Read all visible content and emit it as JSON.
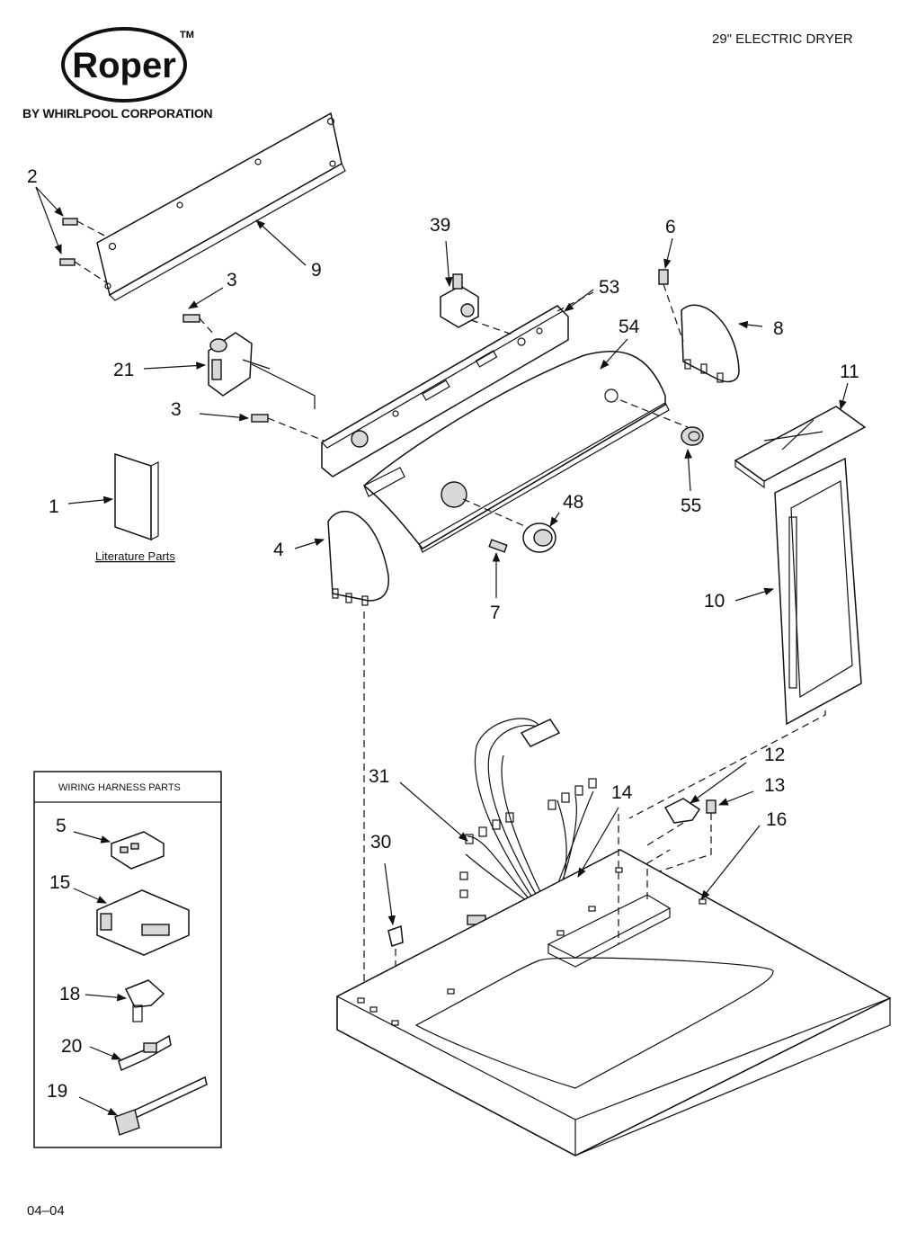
{
  "header": {
    "brand": "Roper",
    "trademark": "TM",
    "corporation": "BY WHIRLPOOL CORPORATION",
    "title": "29\" ELECTRIC DRYER"
  },
  "footer": {
    "code": "04–04"
  },
  "literature_label": "Literature Parts",
  "wiring_box": {
    "title": "WIRING HARNESS PARTS"
  },
  "callouts": {
    "c1": "1",
    "c2": "2",
    "c3a": "3",
    "c3b": "3",
    "c4": "4",
    "c5": "5",
    "c6": "6",
    "c7": "7",
    "c8": "8",
    "c9": "9",
    "c10": "10",
    "c11": "11",
    "c12": "12",
    "c13": "13",
    "c14": "14",
    "c15": "15",
    "c16": "16",
    "c18": "18",
    "c19": "19",
    "c20": "20",
    "c21": "21",
    "c30": "30",
    "c31": "31",
    "c39": "39",
    "c48": "48",
    "c53": "53",
    "c54": "54",
    "c55": "55"
  }
}
